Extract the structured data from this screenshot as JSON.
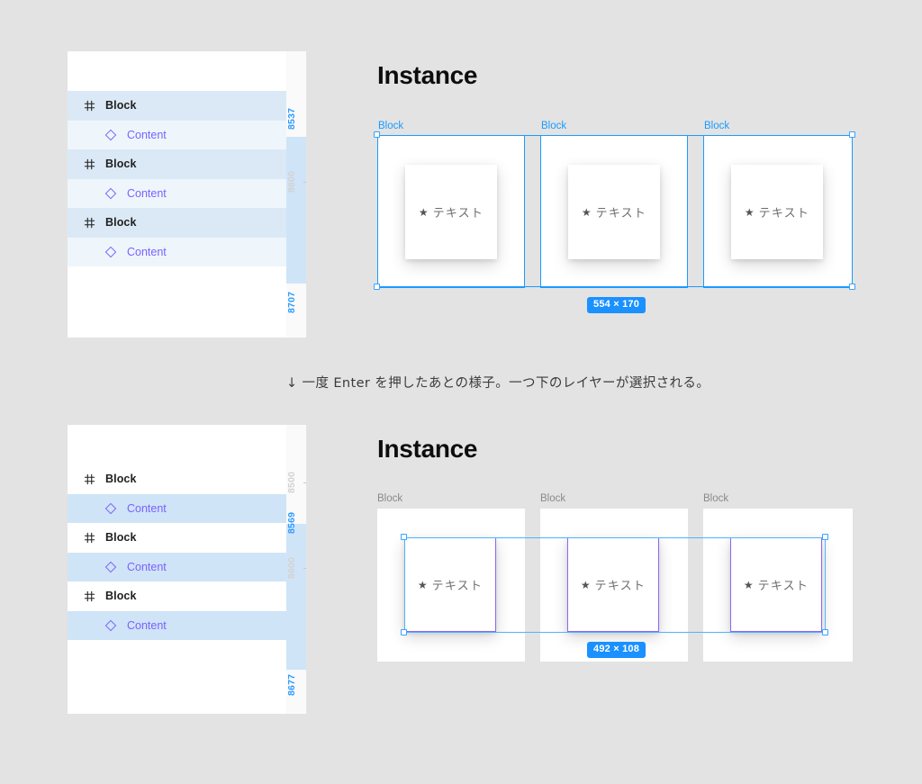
{
  "page": {
    "background_color": "#e3e3e3",
    "caption": "↓ 一度 Enter を押したあとの様子。一つ下のレイヤーが選択される。"
  },
  "colors": {
    "selection_blue": "#1a9bff",
    "badge_blue": "#1a91ff",
    "component_purple": "#7b61ff",
    "outline_purple": "#8c67f2",
    "row_block_selected": "#dbe9f6",
    "row_content_tint": "#eef6fc",
    "row_highlight": "#cfe4f7"
  },
  "top": {
    "panel": {
      "rows": [
        {
          "type": "block",
          "label": "Block",
          "icon": "component-hash-icon",
          "state": "selected"
        },
        {
          "type": "content",
          "label": "Content",
          "icon": "instance-diamond-icon",
          "state": "tinted"
        },
        {
          "type": "block",
          "label": "Block",
          "icon": "component-hash-icon",
          "state": "selected"
        },
        {
          "type": "content",
          "label": "Content",
          "icon": "instance-diamond-icon",
          "state": "tinted"
        },
        {
          "type": "block",
          "label": "Block",
          "icon": "component-hash-icon",
          "state": "selected"
        },
        {
          "type": "content",
          "label": "Content",
          "icon": "instance-diamond-icon",
          "state": "tinted"
        }
      ],
      "rail": [
        {
          "value": "8537",
          "style": "blue"
        },
        {
          "value": "8600",
          "style": "faint"
        },
        {
          "value": "8707",
          "style": "blue"
        }
      ]
    },
    "canvas": {
      "title": "Instance",
      "frames": [
        {
          "label": "Block",
          "label_color": "blue",
          "outlined": true,
          "card_text": "テキスト",
          "card_star": "★",
          "card_outlined": false
        },
        {
          "label": "Block",
          "label_color": "blue",
          "outlined": true,
          "card_text": "テキスト",
          "card_star": "★",
          "card_outlined": false
        },
        {
          "label": "Block",
          "label_color": "blue",
          "outlined": true,
          "card_text": "テキスト",
          "card_star": "★",
          "card_outlined": false
        }
      ],
      "dimension_badge": "554 × 170"
    }
  },
  "bottom": {
    "panel": {
      "rows": [
        {
          "type": "block",
          "label": "Block",
          "icon": "component-hash-icon",
          "state": "plain"
        },
        {
          "type": "content",
          "label": "Content",
          "icon": "instance-diamond-icon",
          "state": "highlighted"
        },
        {
          "type": "block",
          "label": "Block",
          "icon": "component-hash-icon",
          "state": "plain"
        },
        {
          "type": "content",
          "label": "Content",
          "icon": "instance-diamond-icon",
          "state": "highlighted"
        },
        {
          "type": "block",
          "label": "Block",
          "icon": "component-hash-icon",
          "state": "plain"
        },
        {
          "type": "content",
          "label": "Content",
          "icon": "instance-diamond-icon",
          "state": "highlighted"
        }
      ],
      "rail": [
        {
          "value": "8500",
          "style": "faint"
        },
        {
          "value": "8569",
          "style": "blue"
        },
        {
          "value": "8600",
          "style": "faint"
        },
        {
          "value": "8677",
          "style": "blue"
        }
      ]
    },
    "canvas": {
      "title": "Instance",
      "frames": [
        {
          "label": "Block",
          "label_color": "gray",
          "outlined": false,
          "card_text": "テキスト",
          "card_star": "★",
          "card_outlined": true
        },
        {
          "label": "Block",
          "label_color": "gray",
          "outlined": false,
          "card_text": "テキスト",
          "card_star": "★",
          "card_outlined": true
        },
        {
          "label": "Block",
          "label_color": "gray",
          "outlined": false,
          "card_text": "テキスト",
          "card_star": "★",
          "card_outlined": true
        }
      ],
      "dimension_badge": "492 × 108"
    }
  }
}
